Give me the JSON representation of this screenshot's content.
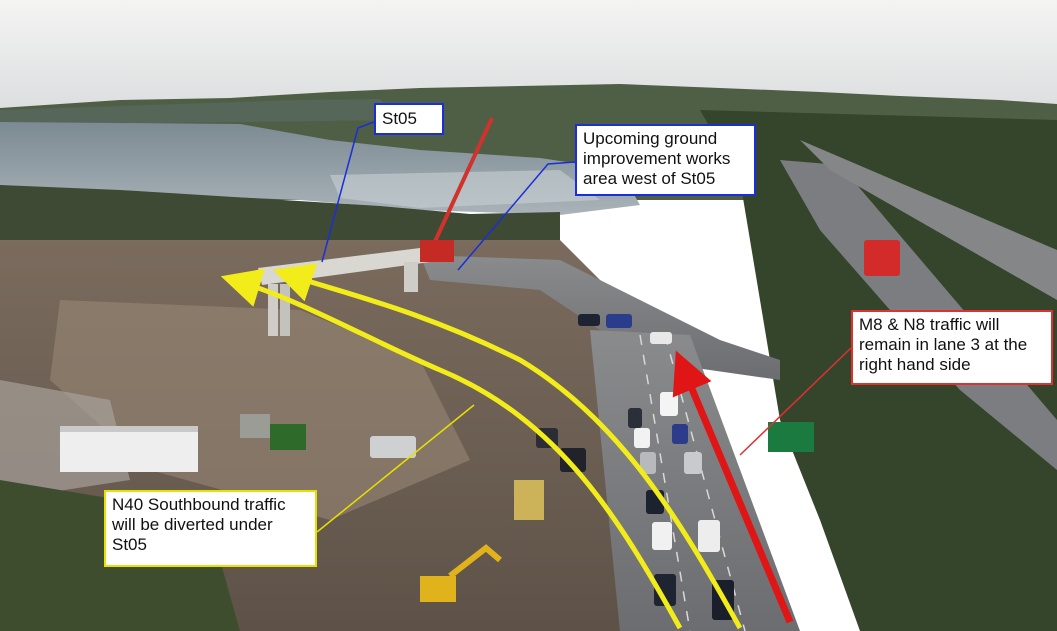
{
  "photo": {
    "subject": "aerial-photo-road-interchange-construction"
  },
  "callouts": {
    "st05": {
      "text": "St05",
      "color": "#1a2fd6"
    },
    "ground_works": {
      "text": "Upcoming ground\nimprovement works\narea west of St05",
      "color": "#1a2fd6"
    },
    "m8_n8": {
      "text": "M8 & N8 traffic will\nremain in lane 3 at the\nright hand side",
      "color": "#e03030"
    },
    "n40": {
      "text": "N40 Southbound traffic\nwill be diverted under\nSt05",
      "color": "#e8e000"
    }
  },
  "arrows": {
    "n40_route_color": "#f2ec1a",
    "m8_route_color": "#e01515"
  }
}
